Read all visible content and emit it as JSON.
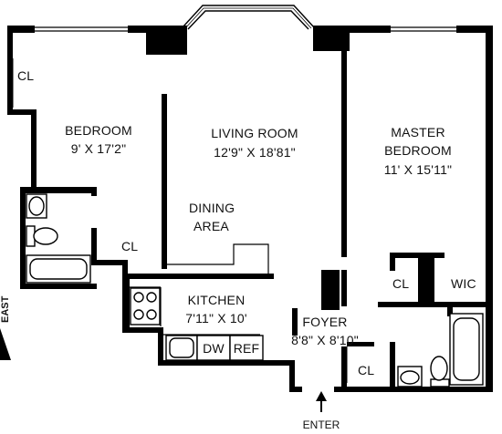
{
  "rooms": {
    "bedroom": {
      "name": "BEDROOM",
      "size": "9' X 17'2\""
    },
    "living_room": {
      "name": "LIVING ROOM",
      "size": "12'9\" X 18'81\""
    },
    "master_bedroom": {
      "name_line1": "MASTER",
      "name_line2": "BEDROOM",
      "size": "11' X 15'11\""
    },
    "dining_area": {
      "line1": "DINING",
      "line2": "AREA"
    },
    "kitchen": {
      "name": "KITCHEN",
      "size": "7'11\" X 10'"
    },
    "foyer": {
      "name": "FOYER",
      "size": "8'8\" X 8'10\""
    }
  },
  "closets": {
    "bedroom_cl_top": "CL",
    "bedroom_cl_bottom": "CL",
    "master_cl": "CL",
    "wic": "WIC",
    "foyer_cl": "CL"
  },
  "appliances": {
    "dw": "DW",
    "ref": "REF"
  },
  "compass": {
    "label": "EAST"
  },
  "entry": {
    "label": "ENTER"
  }
}
